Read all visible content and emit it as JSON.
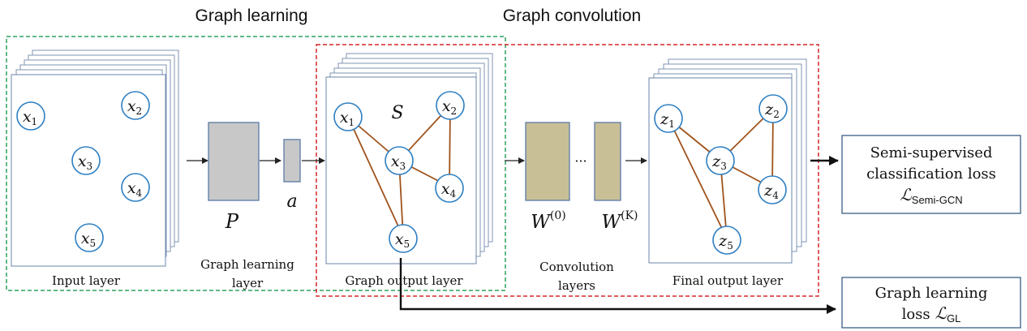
{
  "sections": {
    "graph_learning": "Graph learning",
    "graph_convolution": "Graph convolution"
  },
  "input_layer": {
    "caption": "Input layer",
    "nodes": [
      {
        "base": "x",
        "sub": "1"
      },
      {
        "base": "x",
        "sub": "2"
      },
      {
        "base": "x",
        "sub": "3"
      },
      {
        "base": "x",
        "sub": "4"
      },
      {
        "base": "x",
        "sub": "5"
      }
    ]
  },
  "graph_learning_layer": {
    "caption_line1": "Graph learning",
    "caption_line2": "layer",
    "matrix_label": "P",
    "vector_label": "a"
  },
  "graph_output_layer": {
    "caption": "Graph output layer",
    "matrix_label": "S",
    "nodes": [
      {
        "base": "x",
        "sub": "1"
      },
      {
        "base": "x",
        "sub": "2"
      },
      {
        "base": "x",
        "sub": "3"
      },
      {
        "base": "x",
        "sub": "4"
      },
      {
        "base": "x",
        "sub": "5"
      }
    ]
  },
  "convolution_layers": {
    "caption_line1": "Convolution",
    "caption_line2": "layers",
    "first_weight": {
      "base": "W",
      "sup": "(0)"
    },
    "last_weight": {
      "base": "W",
      "sup": "(K)"
    },
    "ellipsis": "···"
  },
  "final_output_layer": {
    "caption": "Final output layer",
    "nodes": [
      {
        "base": "z",
        "sub": "1"
      },
      {
        "base": "z",
        "sub": "2"
      },
      {
        "base": "z",
        "sub": "3"
      },
      {
        "base": "z",
        "sub": "4"
      },
      {
        "base": "z",
        "sub": "5"
      }
    ]
  },
  "loss_semi": {
    "line1": "Semi-supervised",
    "line2": "classification loss",
    "symbol": "ℒ",
    "sub": "Semi-GCN"
  },
  "loss_gl": {
    "line1": "Graph learning",
    "line2": "loss",
    "symbol": "ℒ",
    "sub": "GL"
  },
  "colors": {
    "green_dashed": "#2ca25f",
    "red_dashed": "#d62728",
    "node_stroke": "#2e7fc2",
    "edge": "#a0531c",
    "gray_block": "#c8c8c8",
    "tan_block": "#c9bf97",
    "block_stroke": "#5b7aa6",
    "loss_box_stroke": "#3a5f86"
  }
}
